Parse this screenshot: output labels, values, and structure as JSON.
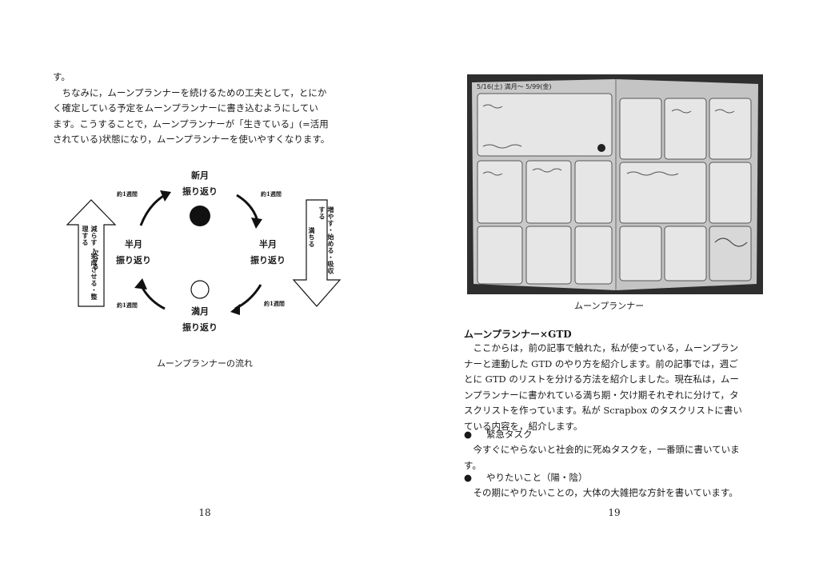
{
  "left_page": {
    "paragraph_lines": [
      "す。",
      "　ちなみに，ムーンプランナーを続けるための工夫として，とにか",
      "く確定している予定をムーンプランナーに書き込むようにしてい",
      "ます。こうすることで，ムーンプランナーが「生きている」(=活用",
      "されている)状態になり，ムーンプランナーを使いやすくなります。"
    ],
    "diagram": {
      "new_moon_top": "新月",
      "new_moon_bottom": "振り返り",
      "half_left_top": "半月",
      "half_left_bottom": "振り返り",
      "half_right_top": "半月",
      "half_right_bottom": "振り返り",
      "full_moon_top": "満月",
      "full_moon_bottom": "振り返り",
      "week_tl": "約1週間",
      "week_tr": "約1週間",
      "week_bl": "約1週間",
      "week_br": "約1週間",
      "left_arrow_col1": "減らす・完成させる・整理する",
      "left_arrow_col2": "欠ける",
      "right_arrow_col1": "増やす・始める・吸収する",
      "right_arrow_col2": "満ちる"
    },
    "caption": "ムーンプランナーの流れ",
    "page_number": "18"
  },
  "right_page": {
    "photo_caption": "ムーンプランナー",
    "photo_header_text": "5/16(土) 満月～ 5/99(金)",
    "section_title": "ムーンプランナー×GTD",
    "paragraph_lines": [
      "　ここからは，前の記事で触れた，私が使っている，ムーンプラン",
      "ナーと連動した GTD のやり方を紹介します。前の記事では，週ご",
      "とに GTD のリストを分ける方法を紹介しました。現在私は，ムー",
      "ンプランナーに書かれている満ち期・欠け期それぞれに分けて，タ",
      "スクリストを作っています。私が Scrapbox のタスクリストに書い",
      "ている内容を，紹介します。"
    ],
    "bullet1_label": "緊急タスク",
    "bullet1_lines": [
      "　今すぐにやらないと社会的に死ぬタスクを，一番頭に書いていま",
      "す。"
    ],
    "bullet2_label": "やりたいこと（陽・陰）",
    "bullet2_lines": [
      "　その期にやりたいことの，大体の大雑把な方針を書いています。"
    ],
    "bullet_symbol": "●",
    "page_number": "19"
  }
}
